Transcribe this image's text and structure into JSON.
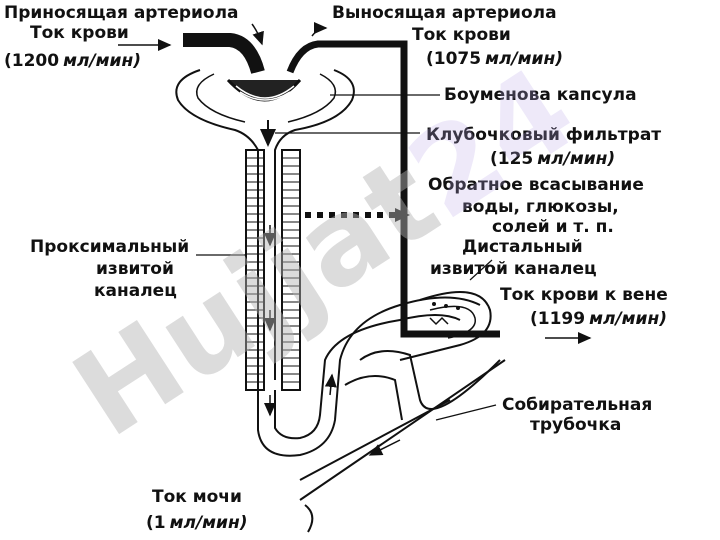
{
  "labels": {
    "afferent_title": "Приносящая артериола",
    "afferent_flow": "Ток крови",
    "afferent_rate_num": "(1200",
    "afferent_rate_unit": "мл/мин)",
    "efferent_title": "Выносящая артериола",
    "efferent_flow": "Ток крови",
    "efferent_rate_num": "(1075",
    "efferent_rate_unit": "мл/мин)",
    "bowman": "Боуменова капсула",
    "filtrate_title": "Клубочковый фильтрат",
    "filtrate_rate_num": "(125",
    "filtrate_rate_unit": "мл/мин)",
    "reabsorb_line1": "Обратное всасывание",
    "reabsorb_line2": "воды, глюкозы,",
    "reabsorb_line3": "солей и т. п.",
    "proximal_line1": "Проксимальный",
    "proximal_line2": "извитой",
    "proximal_line3": "каналец",
    "distal_line1": "Дистальный",
    "distal_line2": "извитой каналец",
    "vein_title": "Ток крови к вене",
    "vein_rate_num": "(1199",
    "vein_rate_unit": "мл/мин)",
    "collecting_line1": "Собирательная",
    "collecting_line2": "трубочка",
    "urine_title": "Ток мочи",
    "urine_rate_num": "(1",
    "urine_rate_unit": "мл/мин)"
  },
  "watermark": {
    "text": "Hujjat",
    "accent": "24"
  },
  "colors": {
    "ink": "#111111",
    "watermark_gray": "#b3b3b3",
    "watermark_purple": "#b8a6e8"
  }
}
